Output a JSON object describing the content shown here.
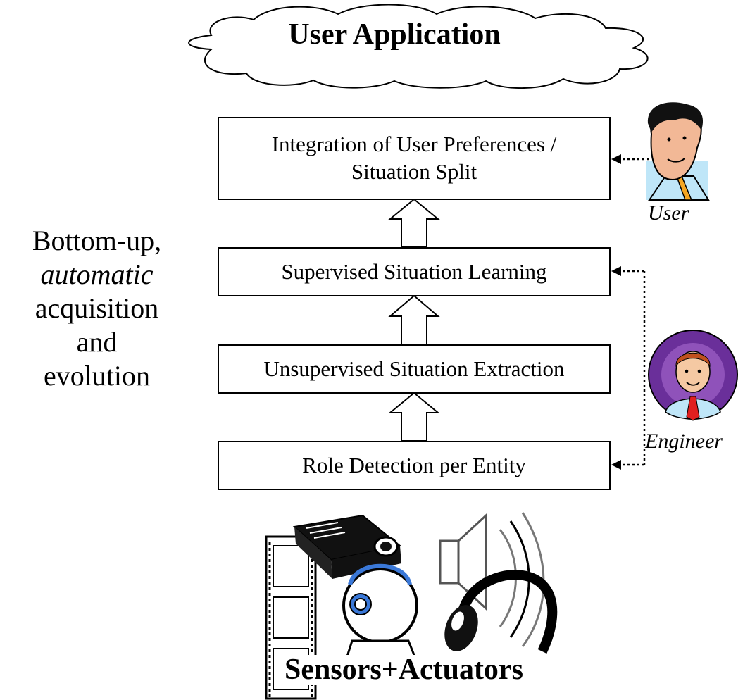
{
  "header": {
    "title": "User Application"
  },
  "side_note": {
    "line1": "Bottom-up,",
    "line2": "automatic",
    "line3": "acquisition",
    "line4": "and",
    "line5": "evolution"
  },
  "stages": {
    "integration": {
      "line1": "Integration of User Preferences /",
      "line2": "Situation Split"
    },
    "supervised": {
      "label": "Supervised Situation Learning"
    },
    "unsupervised": {
      "label": "Unsupervised Situation Extraction"
    },
    "role_detection": {
      "label": "Role Detection per Entity"
    }
  },
  "actors": {
    "user": {
      "label": "User",
      "icon": "user-icon"
    },
    "engineer": {
      "label": "Engineer",
      "icon": "engineer-icon"
    }
  },
  "footer": {
    "title": "Sensors+Actuators",
    "icons": [
      "film-strip-icon",
      "projector-icon",
      "webcam-icon",
      "speaker-icon",
      "headphones-icon"
    ]
  }
}
